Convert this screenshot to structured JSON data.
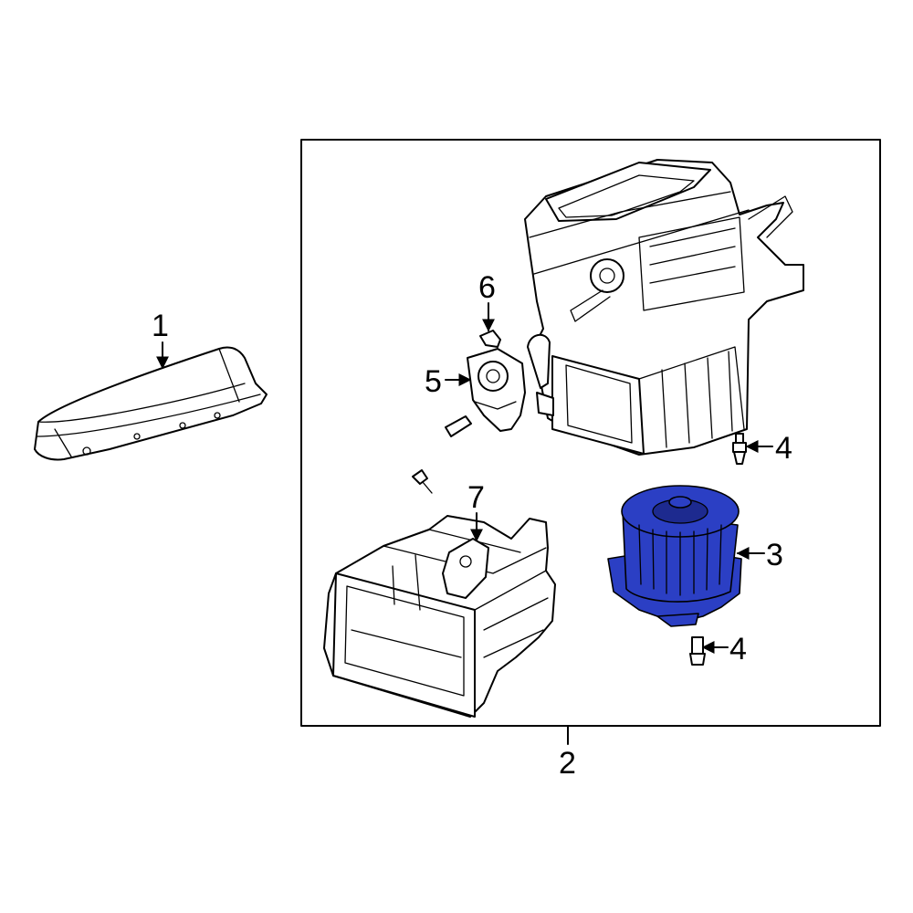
{
  "diagram": {
    "highlight_color": "#2b3fc4",
    "highlight_dark_color": "#1d2a8f",
    "callouts": [
      {
        "id": "1",
        "label": "1"
      },
      {
        "id": "2",
        "label": "2"
      },
      {
        "id": "3",
        "label": "3"
      },
      {
        "id": "4a",
        "label": "4"
      },
      {
        "id": "4b",
        "label": "4"
      },
      {
        "id": "5",
        "label": "5"
      },
      {
        "id": "6",
        "label": "6"
      },
      {
        "id": "7",
        "label": "7"
      }
    ]
  }
}
